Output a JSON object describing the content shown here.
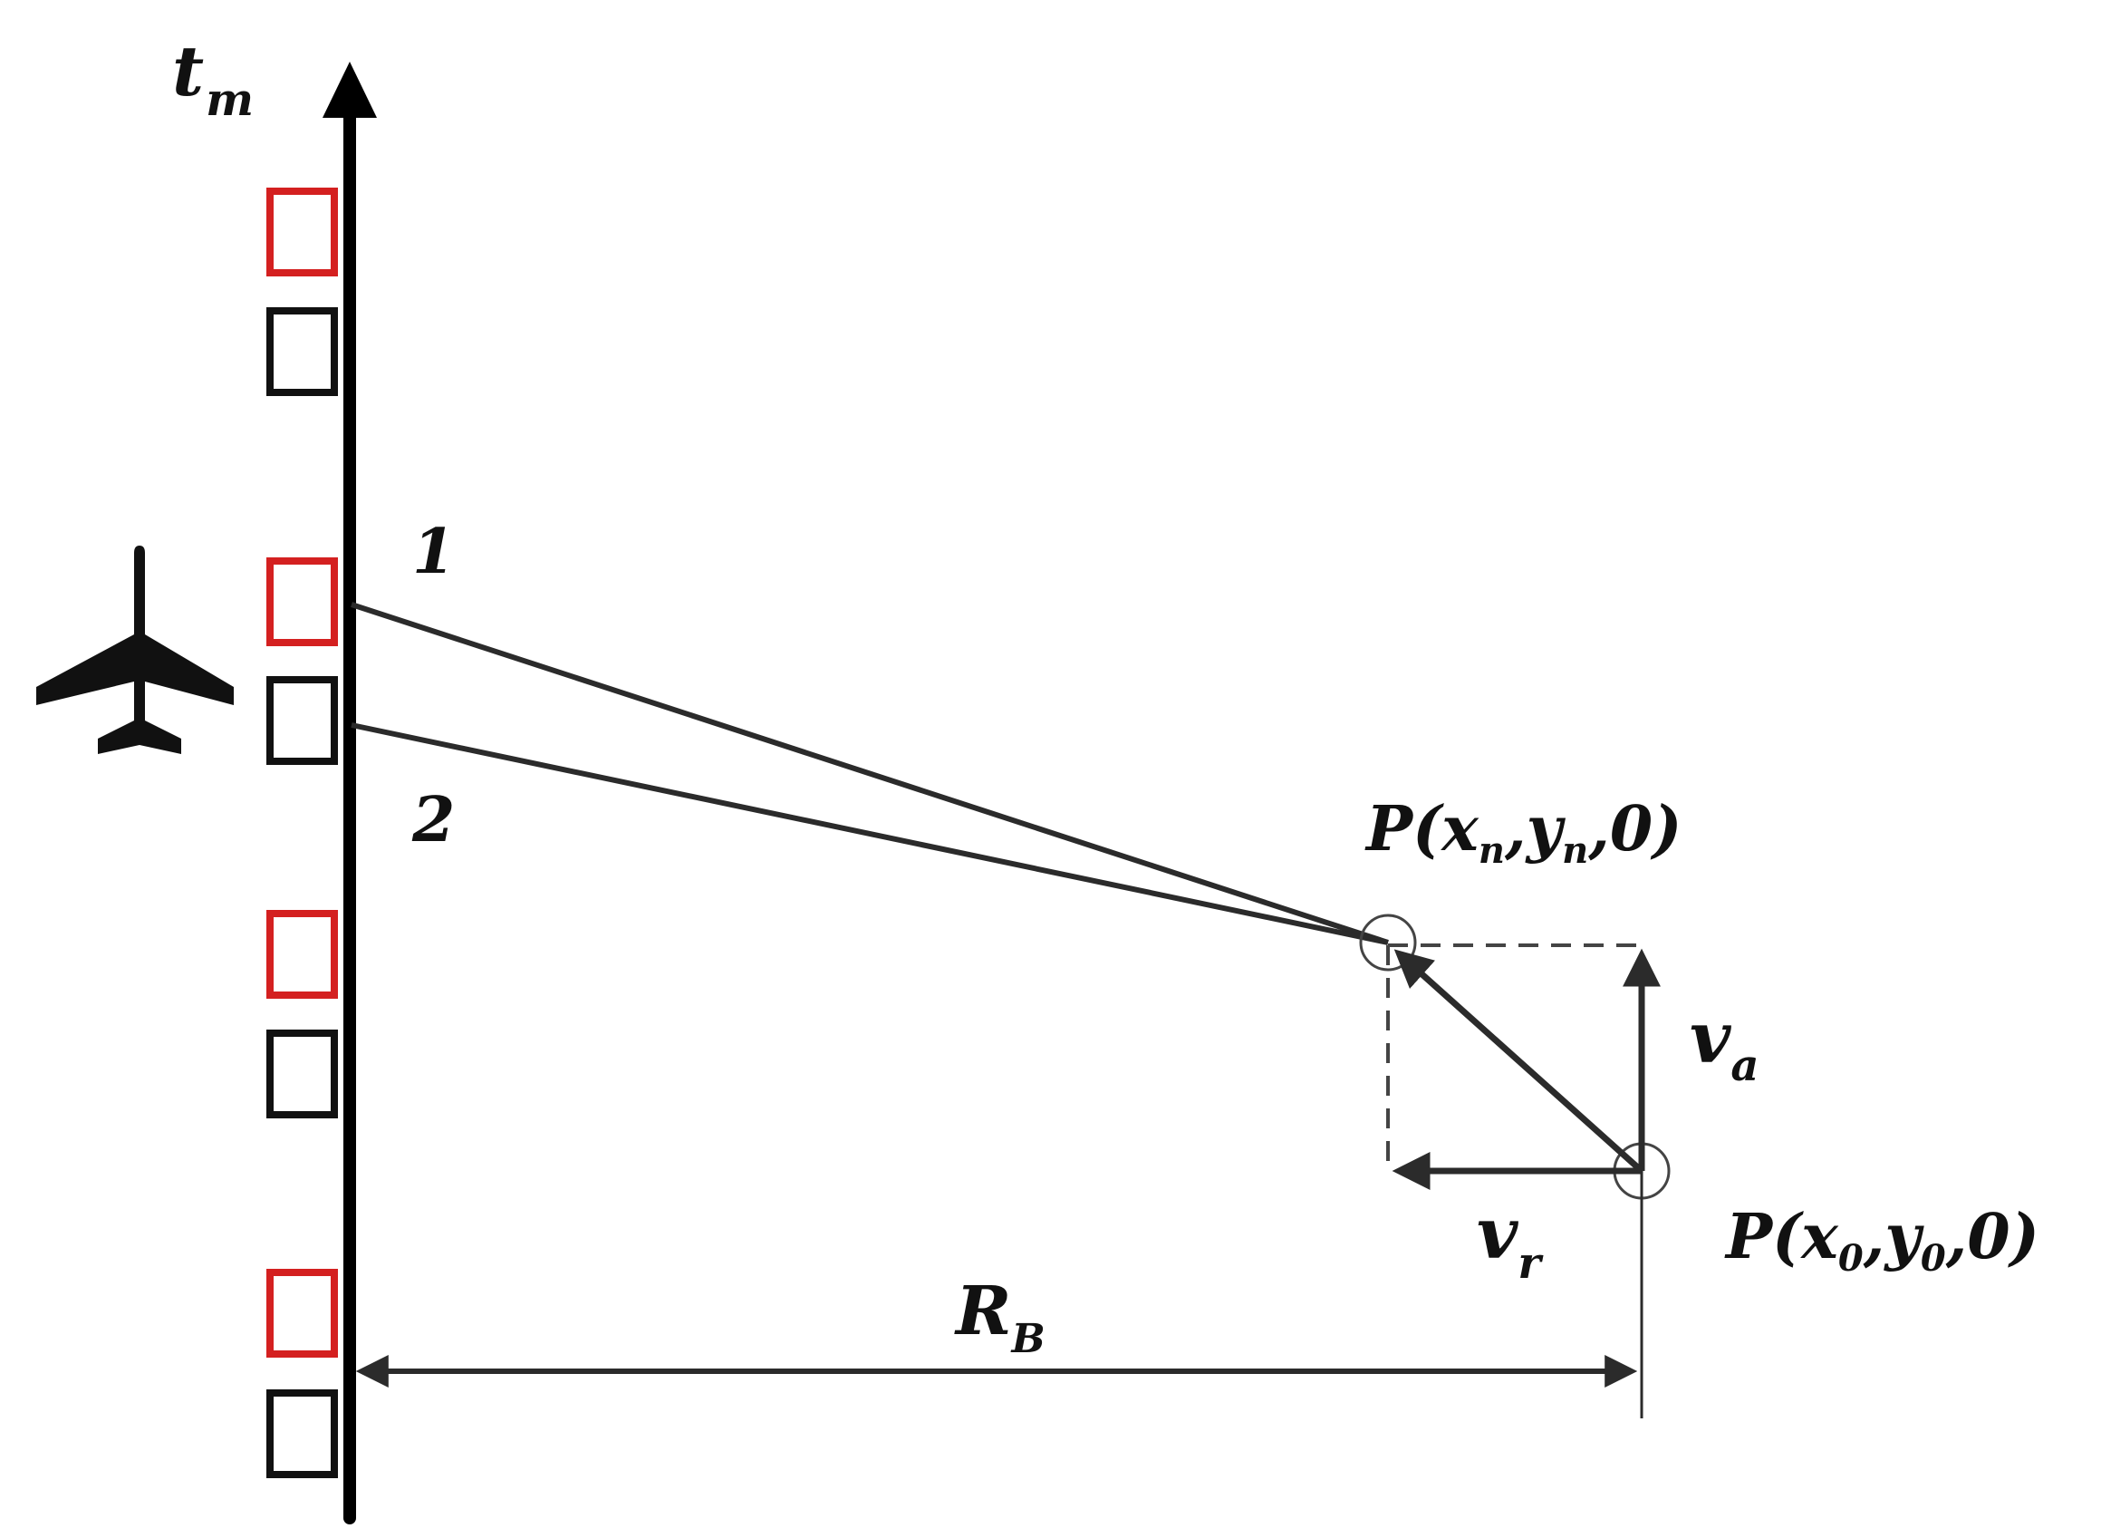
{
  "axis": {
    "label": "t",
    "label_sub": "m"
  },
  "beam_labels": {
    "first": "1",
    "second": "2"
  },
  "points": {
    "moved": {
      "text_before": "P(x",
      "sub1": "n",
      "mid": ",y",
      "sub2": "n",
      "text_after": ",0)"
    },
    "origin": {
      "text_before": "P(x",
      "sub1": "0",
      "mid": ",y",
      "sub2": "0",
      "text_after": ",0)"
    }
  },
  "velocities": {
    "azimuth": {
      "base": "v",
      "sub": "a"
    },
    "range": {
      "base": "v",
      "sub": "r"
    }
  },
  "distance": {
    "base": "R",
    "sub": "B"
  },
  "colors": {
    "ink": "#111111",
    "line": "#2b2b2b",
    "active_antenna": "#d42020",
    "passive_antenna": "#111111"
  },
  "icons": {
    "aircraft": "airplane-icon"
  }
}
